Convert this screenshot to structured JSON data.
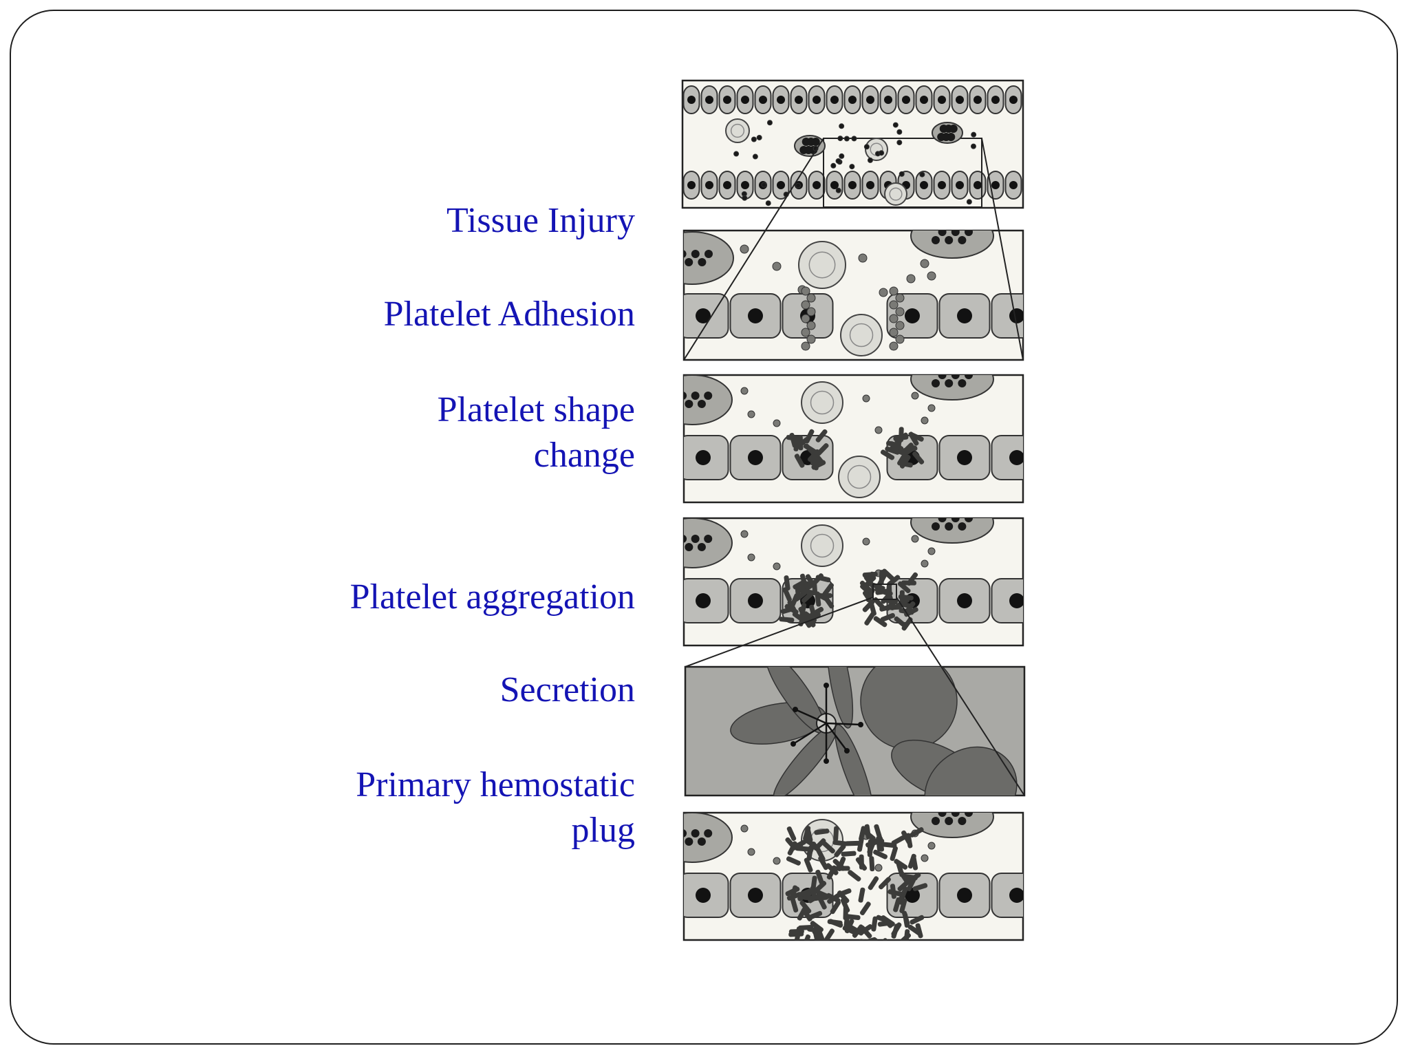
{
  "colors": {
    "label_text": "#1414b4",
    "frame": "#1f1f1f",
    "panel_bg": "#f6f5ef",
    "cell_fill": "#bdbdb9",
    "nucleus": "#121212",
    "platelet": "#7a7a76",
    "rbc": "#dcdcd6",
    "secretion_bg": "#a9a9a5"
  },
  "labels": {
    "tissue_injury": "Tissue Injury",
    "platelet_adhesion": "Platelet Adhesion",
    "shape_change_line1": "Platelet shape",
    "shape_change_line2": "change",
    "aggregation": "Platelet aggregation",
    "secretion": "Secretion",
    "plug_line1": "Primary hemostatic",
    "plug_line2": "plug"
  },
  "panels": [
    {
      "id": "overview",
      "icon": "blood-vessel-overview-icon"
    },
    {
      "id": "adhesion",
      "icon": "platelet-adhesion-icon"
    },
    {
      "id": "shape-change",
      "icon": "platelet-shape-change-icon"
    },
    {
      "id": "aggregation",
      "icon": "platelet-aggregation-icon"
    },
    {
      "id": "secretion",
      "icon": "platelet-secretion-icon"
    },
    {
      "id": "plug",
      "icon": "hemostatic-plug-icon"
    }
  ]
}
